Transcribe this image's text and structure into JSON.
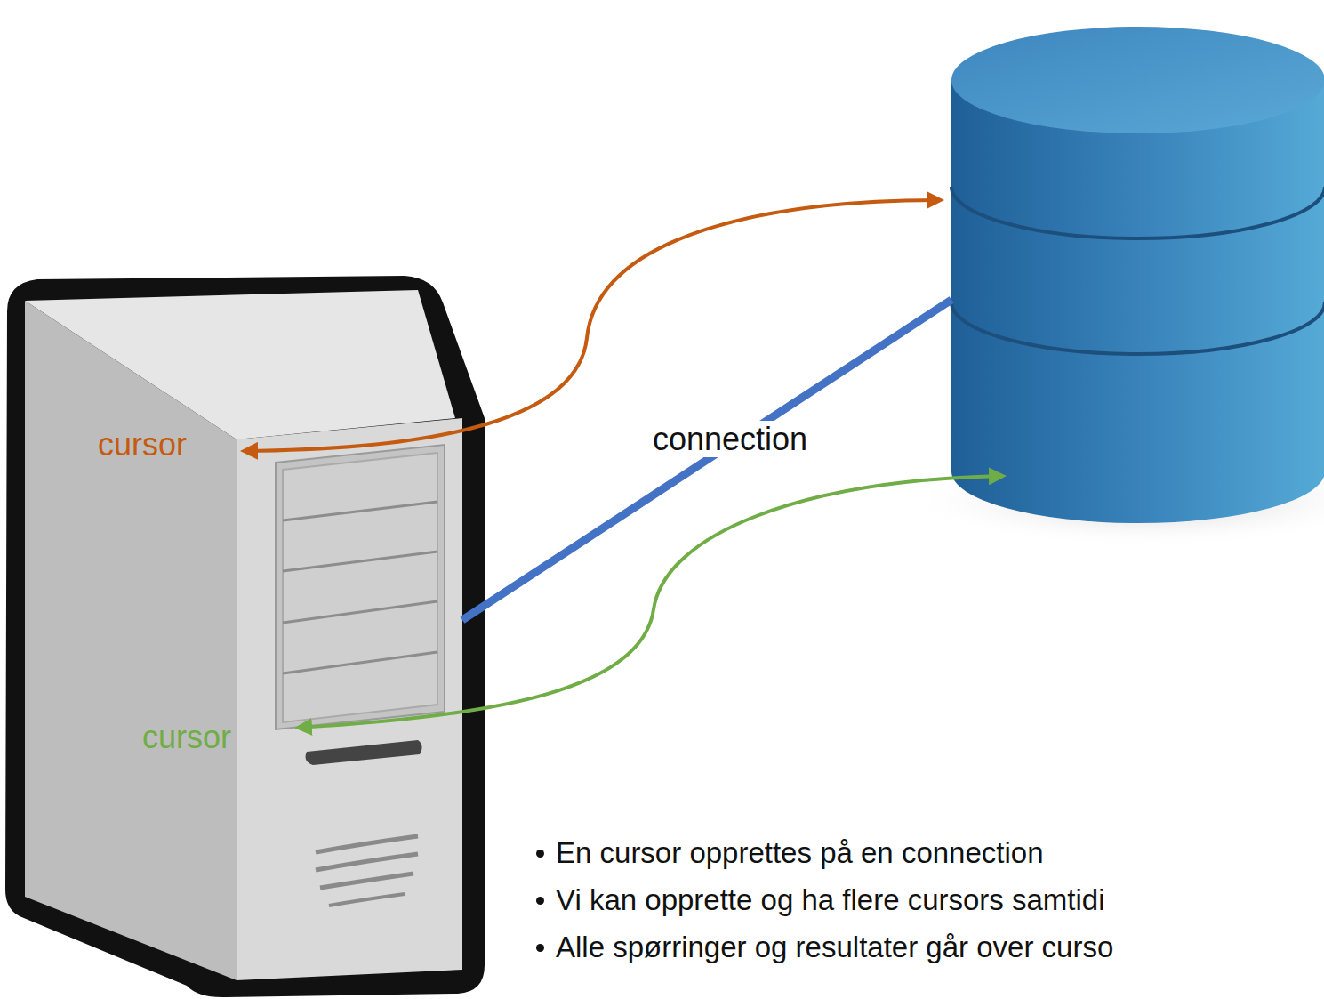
{
  "diagram": {
    "labels": [
      "cursor",
      "connection",
      "cursor",
      "En cursor opprettes på en connection",
      "Vi kan opprette og ha flere cursors samtidi",
      "Alle spørringer og resultater går over curso"
    ]
  }
}
